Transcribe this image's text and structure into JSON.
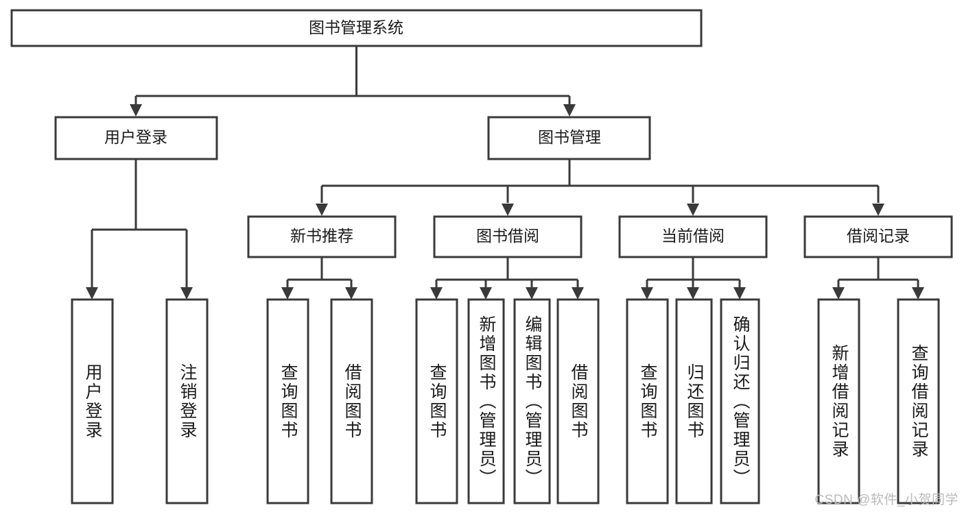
{
  "diagram": {
    "type": "tree-hierarchy",
    "title": "图书管理系统",
    "watermark": "CSDN @软件_小贺同学",
    "colors": {
      "background": "#ffffff",
      "stroke": "#3a3a3a",
      "text": "#1a1a1a",
      "watermark": "#b9b9b9"
    },
    "nodes": {
      "root": {
        "label": "图书管理系统"
      },
      "level2": [
        {
          "id": "user-login",
          "label": "用户登录"
        },
        {
          "id": "book-management",
          "label": "图书管理"
        }
      ],
      "level3": [
        {
          "id": "new-book-recommend",
          "label": "新书推荐"
        },
        {
          "id": "book-borrow",
          "label": "图书借阅"
        },
        {
          "id": "current-borrow",
          "label": "当前借阅"
        },
        {
          "id": "borrow-record",
          "label": "借阅记录"
        }
      ],
      "leaves": [
        {
          "id": "leaf-user-login",
          "label": "用户登录",
          "parent": "user-login"
        },
        {
          "id": "leaf-logout-login",
          "label": "注销登录",
          "parent": "user-login"
        },
        {
          "id": "leaf-query-book-1",
          "label": "查询图书",
          "parent": "new-book-recommend"
        },
        {
          "id": "leaf-borrow-book-1",
          "label": "借阅图书",
          "parent": "new-book-recommend"
        },
        {
          "id": "leaf-query-book-2",
          "label": "查询图书",
          "parent": "book-borrow"
        },
        {
          "id": "leaf-add-book",
          "label": "新增图书（管理员）",
          "parent": "book-borrow"
        },
        {
          "id": "leaf-edit-book",
          "label": "编辑图书（管理员）",
          "parent": "book-borrow"
        },
        {
          "id": "leaf-borrow-book-2",
          "label": "借阅图书",
          "parent": "book-borrow"
        },
        {
          "id": "leaf-query-book-3",
          "label": "查询图书",
          "parent": "current-borrow"
        },
        {
          "id": "leaf-return-book",
          "label": "归还图书",
          "parent": "current-borrow"
        },
        {
          "id": "leaf-confirm-return",
          "label": "确认归还（管理员）",
          "parent": "current-borrow"
        },
        {
          "id": "leaf-add-record",
          "label": "新增借阅记录",
          "parent": "borrow-record"
        },
        {
          "id": "leaf-query-record",
          "label": "查询借阅记录",
          "parent": "borrow-record"
        }
      ]
    }
  }
}
